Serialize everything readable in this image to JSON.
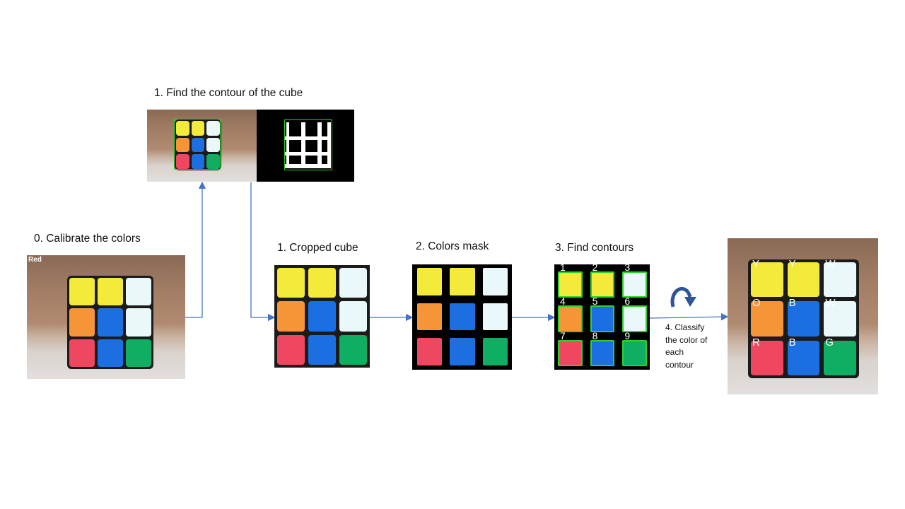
{
  "colors": {
    "yellow": "#f4ea3a",
    "orange": "#f69438",
    "red": "#ef4760",
    "blue": "#1c6fe0",
    "green": "#0fae62",
    "white": "#eaf8f9",
    "contour_green": "#2bd42b",
    "arrow": "#4472c4"
  },
  "step0": {
    "label": "0. Calibrate the colors",
    "overlay_text": "Red",
    "stickers": [
      "yellow",
      "yellow",
      "white",
      "orange",
      "blue",
      "white",
      "red",
      "blue",
      "green"
    ]
  },
  "step1_contour": {
    "label": "1. Find the contour of the cube"
  },
  "step1_crop": {
    "label": "1. Cropped cube",
    "stickers": [
      "yellow",
      "yellow",
      "white",
      "orange",
      "blue",
      "white",
      "red",
      "blue",
      "green"
    ]
  },
  "step2": {
    "label": "2. Colors mask",
    "stickers": [
      "yellow",
      "yellow",
      "white",
      "orange",
      "blue",
      "white",
      "red",
      "blue",
      "green"
    ]
  },
  "step3": {
    "label": "3. Find contours",
    "numbers": [
      "1",
      "2",
      "3",
      "4",
      "5",
      "6",
      "7",
      "8",
      "9"
    ],
    "stickers": [
      "yellow",
      "yellow",
      "white",
      "orange",
      "blue",
      "white",
      "red",
      "blue",
      "green"
    ]
  },
  "step4": {
    "label": "4. Classify\nthe color of\neach\ncontour",
    "letters": [
      "Y",
      "Y",
      "W",
      "O",
      "B",
      "W",
      "R",
      "B",
      "G"
    ],
    "stickers": [
      "yellow",
      "yellow",
      "white",
      "orange",
      "blue",
      "white",
      "red",
      "blue",
      "green"
    ]
  },
  "icons": {
    "rotate": "curved-arrow-icon"
  }
}
